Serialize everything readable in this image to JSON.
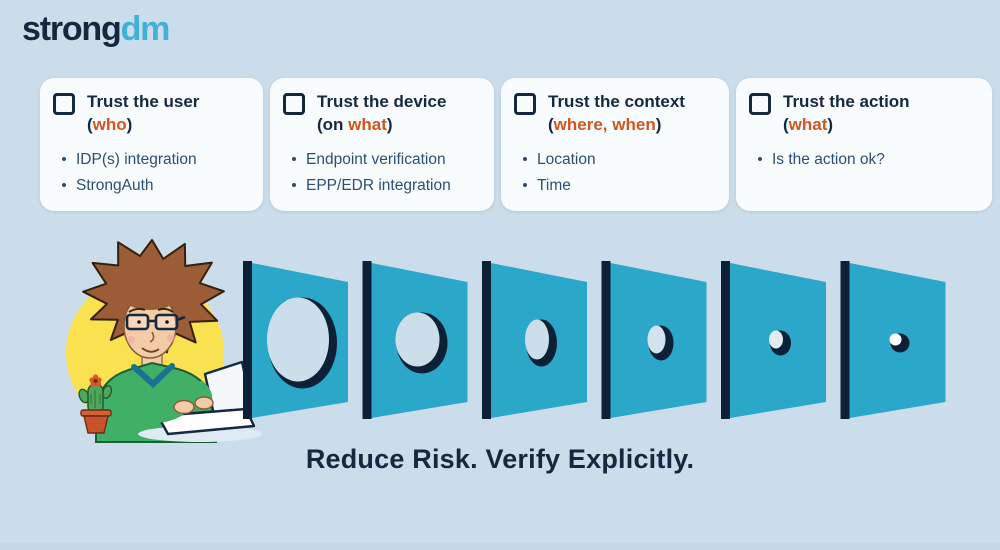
{
  "logo": {
    "text_primary": "strong",
    "text_secondary": "dm"
  },
  "cards": [
    {
      "title": "Trust the user",
      "q_prefix": "(",
      "q_highlight": "who",
      "q_suffix": ")",
      "bullets": [
        "IDP(s) integration",
        "StrongAuth"
      ]
    },
    {
      "title": "Trust the device",
      "q_prefix": "(on ",
      "q_highlight": "what",
      "q_suffix": ")",
      "bullets": [
        "Endpoint verification",
        "EPP/EDR integration"
      ]
    },
    {
      "title": "Trust the context",
      "q_prefix": "(",
      "q_highlight": "where, when",
      "q_suffix": ")",
      "bullets": [
        "Location",
        "Time"
      ]
    },
    {
      "title": "Trust the action",
      "q_prefix": "(",
      "q_highlight": "what",
      "q_suffix": ")",
      "bullets": [
        "Is the action ok?"
      ]
    }
  ],
  "tagline": "Reduce Risk. Verify Explicitly.",
  "colors": {
    "background": "#cbdcea",
    "card_background": "#f9fcfe",
    "navy_text": "#15283f",
    "bullet_text": "#2d4e71",
    "orange_accent": "#d4541c",
    "logo_navy": "#15283f",
    "logo_cyan": "#41b1d5",
    "panel_teal": "#2ba7c9",
    "panel_edge_navy": "#0d2136",
    "spotlight_yellow": "#f9e14f"
  },
  "funnel": {
    "panel_color": "#2ba7c9",
    "edge_color": "#0d2136",
    "panels": [
      {
        "hole_rx": 31,
        "hole_ry": 42,
        "hole_fill": "#ccdeea"
      },
      {
        "hole_rx": 22,
        "hole_ry": 27,
        "hole_fill": "#ccdeea"
      },
      {
        "hole_rx": 12,
        "hole_ry": 20,
        "hole_fill": "#ccdeea"
      },
      {
        "hole_rx": 9,
        "hole_ry": 14,
        "hole_fill": "#d4e2ee"
      },
      {
        "hole_rx": 7,
        "hole_ry": 9,
        "hole_fill": "#e2ecf4"
      },
      {
        "hole_rx": 6,
        "hole_ry": 6,
        "hole_fill": "#ffffff"
      }
    ]
  }
}
